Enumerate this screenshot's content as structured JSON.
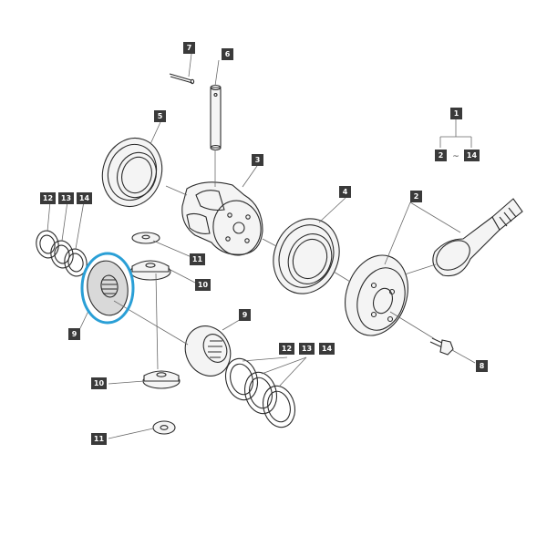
{
  "highlight_color": "#2a9fd6",
  "callouts": {
    "c1": "1",
    "c2": "2",
    "c14_group": "14",
    "c2_group": "2",
    "c3": "3",
    "c4": "4",
    "c5": "5",
    "c6": "6",
    "c7": "7",
    "c8": "8",
    "c9_left": "9",
    "c9_right": "9",
    "c10_upper": "10",
    "c10_lower": "10",
    "c11_upper": "11",
    "c11_lower": "11",
    "c12_left": "12",
    "c13_left": "13",
    "c14_left": "14",
    "c12_right": "12",
    "c13_right": "13",
    "c14_right": "14"
  },
  "group_separator": "~"
}
